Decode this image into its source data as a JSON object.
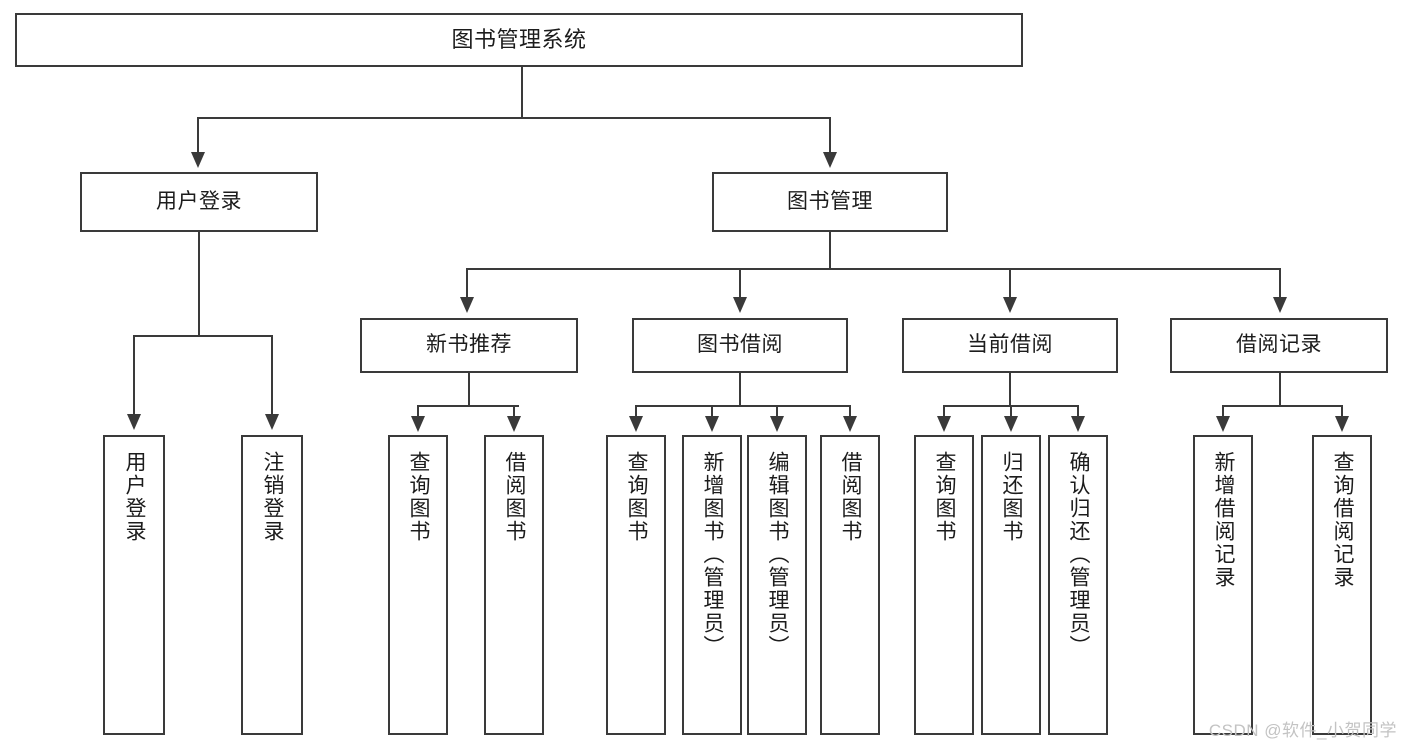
{
  "diagram": {
    "type": "tree-hierarchy",
    "title": "图书管理系统",
    "watermark": "CSDN @软件_小贺同学",
    "colors": {
      "background": "#ffffff",
      "border": "#3a3a3a",
      "text": "#1c1c1c",
      "watermark": "#c3c3c3"
    },
    "root": {
      "label": "图书管理系统"
    },
    "level2": [
      {
        "label": "用户登录"
      },
      {
        "label": "图书管理"
      }
    ],
    "level3": [
      {
        "label": "新书推荐"
      },
      {
        "label": "图书借阅"
      },
      {
        "label": "当前借阅"
      },
      {
        "label": "借阅记录"
      }
    ],
    "leaves": {
      "user_login": [
        {
          "label": "用户登录"
        },
        {
          "label": "注销登录"
        }
      ],
      "new_book_recommend": [
        {
          "label": "查询图书"
        },
        {
          "label": "借阅图书"
        }
      ],
      "book_borrow": [
        {
          "label": "查询图书"
        },
        {
          "label": "新增图书（管理员）"
        },
        {
          "label": "编辑图书（管理员）"
        },
        {
          "label": "借阅图书"
        }
      ],
      "current_borrow": [
        {
          "label": "查询图书"
        },
        {
          "label": "归还图书"
        },
        {
          "label": "确认归还（管理员）"
        }
      ],
      "borrow_record": [
        {
          "label": "新增借阅记录"
        },
        {
          "label": "查询借阅记录"
        }
      ]
    }
  }
}
